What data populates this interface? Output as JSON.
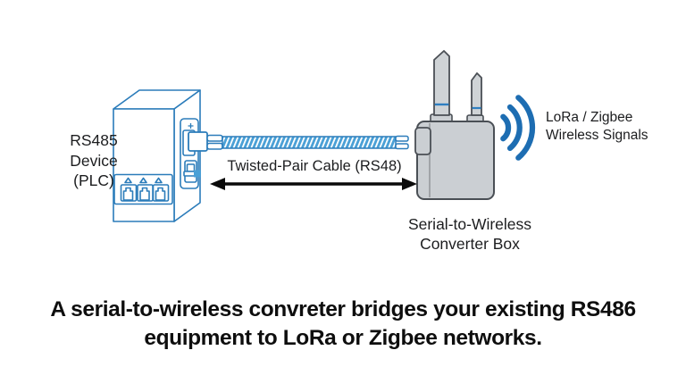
{
  "colors": {
    "outline_blue": "#2b7cba",
    "cable_blue": "#4aa0d6",
    "signal_blue": "#1d6db2",
    "box_fill": "#cbcfd3",
    "box_stroke": "#4a4f55",
    "arrow_black": "#0a0a0a",
    "text_dark": "#1c1d1f"
  },
  "labels": {
    "device": "RS485\nDevice\n(PLC)",
    "cable": "Twisted-Pair Cable (RS48)",
    "wireless": "LoRa / Zigbee\nWireless Signals",
    "converter": "Serial-to-Wireless\nConverter Box"
  },
  "caption": {
    "text": "A serial-to-wireless convreter bridges your existing RS486\nequipment to LoRa or Zigbee networks."
  },
  "icons": {
    "wireless_signal": "three-arc-signal",
    "cable_span": "double-headed-arrow"
  }
}
